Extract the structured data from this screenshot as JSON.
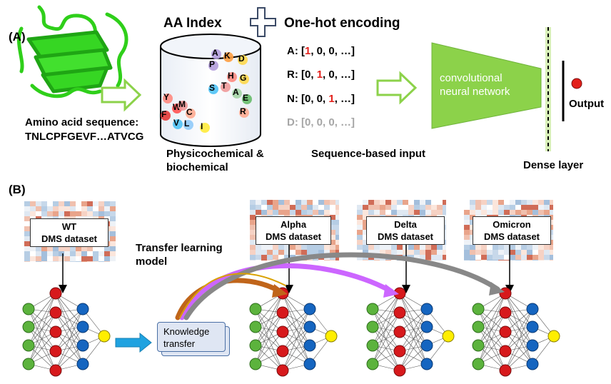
{
  "panel_a": {
    "label": "(A)",
    "aa_index_title": "AA Index",
    "onehot_title": "One-hot encoding",
    "sequence_label": "Amino acid sequence:",
    "sequence_value": "TNLCPFGEVF…ATVCG",
    "cylinder_caption_line1": "Physicochemical &",
    "cylinder_caption_line2": "biochemical",
    "sequence_input_caption": "Sequence-based input",
    "cnn_line1": "convolutional",
    "cnn_line2": "neural network",
    "output_label": "Output",
    "dense_caption": "Dense layer",
    "encoding_rows": [
      {
        "aa": "A:",
        "pre": "[",
        "hot": "1",
        "post": ", 0, 0, …]"
      },
      {
        "aa": "R:",
        "pre": "[0, ",
        "hot": "1",
        "post": ", 0, …]"
      },
      {
        "aa": "N:",
        "pre": "[0, 0, ",
        "hot": "1",
        "post": ", …]"
      },
      {
        "aa": "D:",
        "pre": "[0, 0, 0, …]",
        "hot": "",
        "post": ""
      }
    ],
    "amino_acids": [
      "A",
      "K",
      "D",
      "P",
      "H",
      "G",
      "S",
      "T",
      "A",
      "E",
      "R",
      "Y",
      "W",
      "M",
      "C",
      "F",
      "V",
      "L",
      "I"
    ],
    "colors": {
      "green": "#66cc33",
      "cnn": "#8cd24a",
      "output": "#e3201b"
    }
  },
  "panel_b": {
    "label": "(B)",
    "transfer_model_line1": "Transfer learning",
    "transfer_model_line2": "model",
    "knowledge_line1": "Knowledge",
    "knowledge_line2": "transfer",
    "datasets": [
      {
        "line1": "WT",
        "line2": "DMS dataset"
      },
      {
        "line1": "Alpha",
        "line2": "DMS dataset"
      },
      {
        "line1": "Delta",
        "line2": "DMS dataset"
      },
      {
        "line1": "Omicron",
        "line2": "DMS dataset"
      }
    ],
    "arrow_colors": [
      "#c0651a",
      "#cc66ff",
      "#888888"
    ]
  }
}
